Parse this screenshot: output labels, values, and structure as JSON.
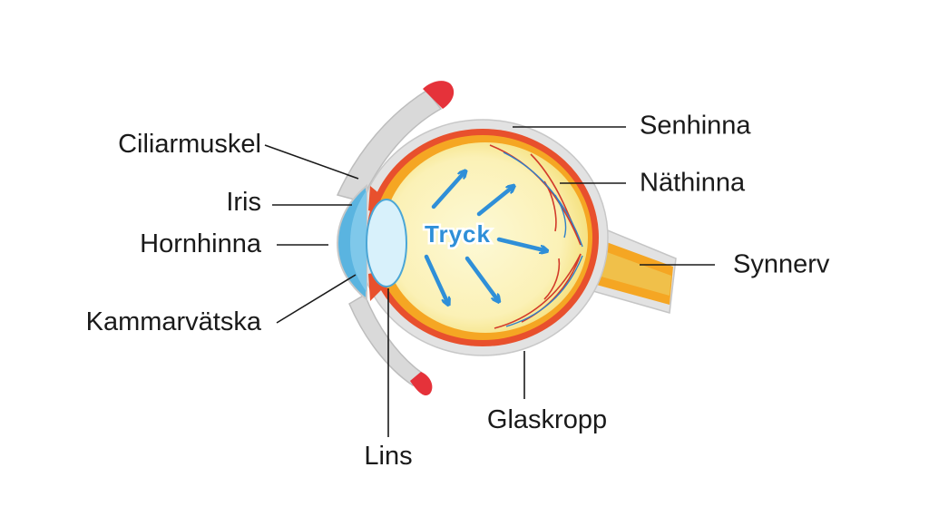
{
  "labels": {
    "ciliarmuskel": "Ciliarmuskel",
    "iris": "Iris",
    "hornhinna": "Hornhinna",
    "kammarvatska": "Kammarvätska",
    "lins": "Lins",
    "senhinna": "Senhinna",
    "nathinna": "Näthinna",
    "synnerv": "Synnerv",
    "glaskropp": "Glaskropp",
    "tryck": "Tryck"
  },
  "colors": {
    "sclera": "#e2e2e2",
    "choroid": "#e8502d",
    "retina": "#f5a623",
    "vitreous": "#fbf3bc",
    "vitreous_glow": "#f6e78a",
    "cornea": "#5ab4e0",
    "lens": "#d8f1fb",
    "muscle": "#e5323a",
    "arrows": "#2f8fd8"
  }
}
